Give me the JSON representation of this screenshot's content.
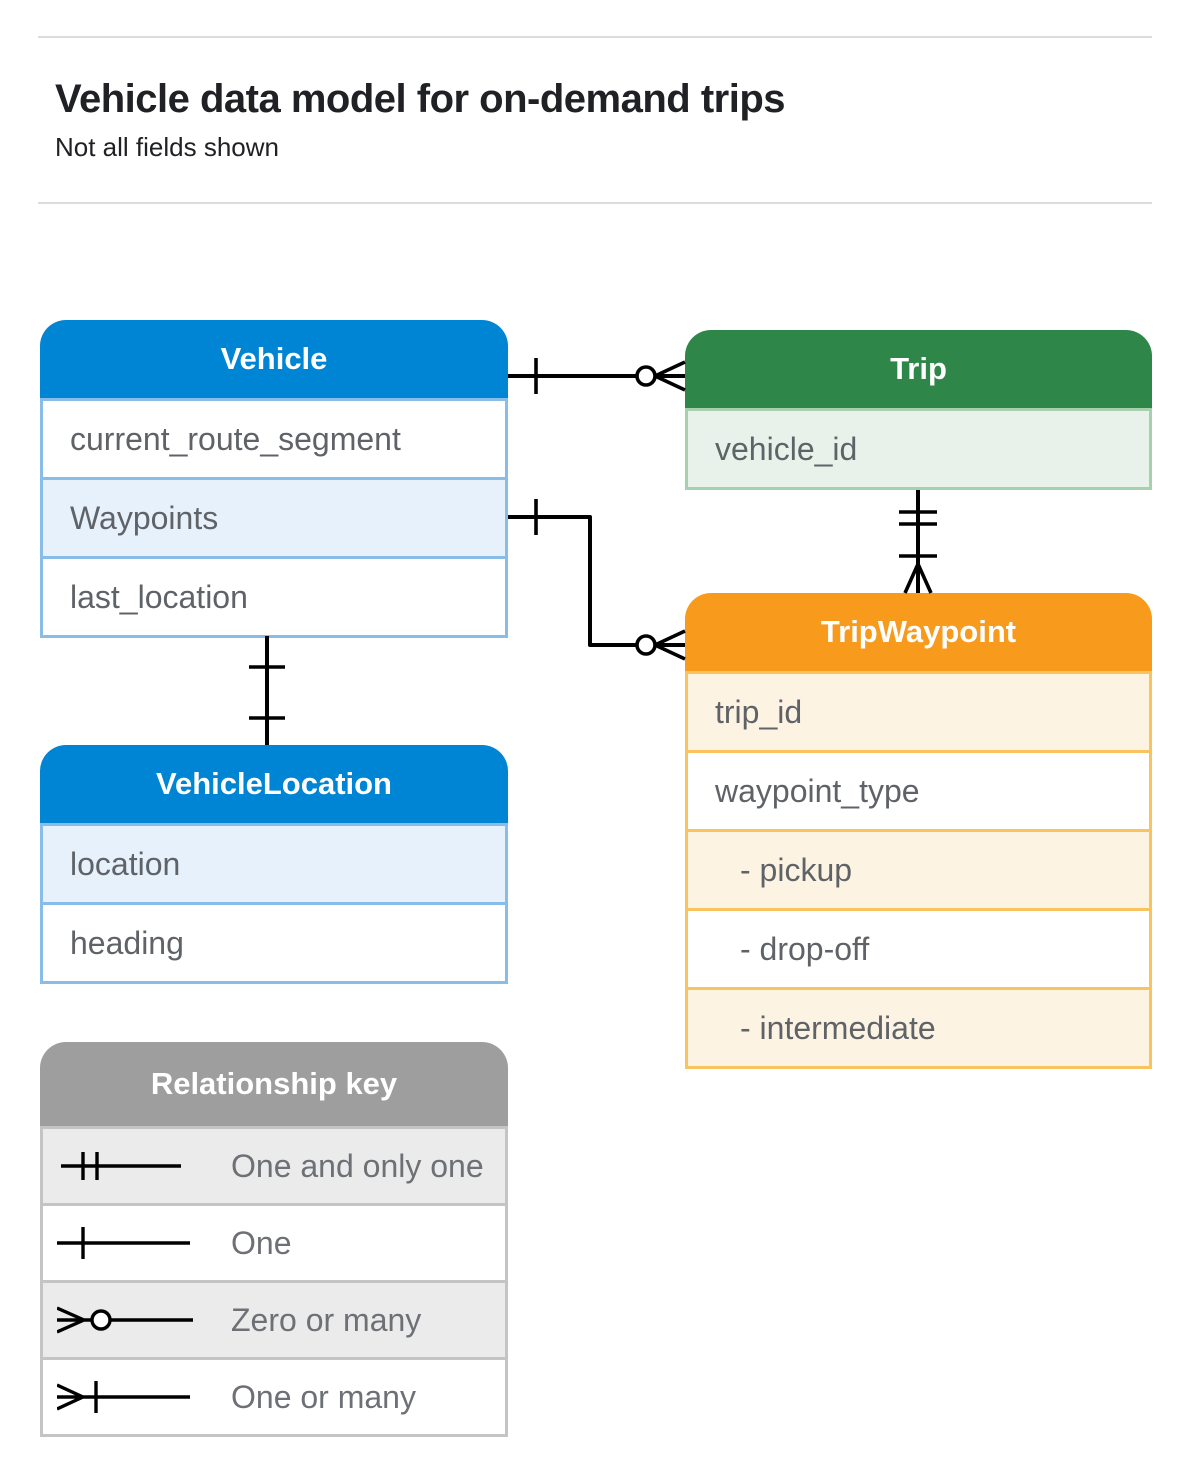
{
  "page": {
    "title": "Vehicle data model for on-demand trips",
    "subtitle": "Not all fields shown"
  },
  "colors": {
    "blue_header": "#0084d4",
    "blue_row": "#e7f1fc",
    "blue_border": "#88bdea",
    "green_header": "#2e8748",
    "green_row": "#e9f2ea",
    "green_border": "#a6d0ae",
    "orange_header": "#f89a1b",
    "orange_row": "#fdf3e3",
    "orange_border": "#f9c35f",
    "gray_header": "#9e9e9e",
    "gray_row": "#ebebeb",
    "field_text": "#5f6368",
    "connector_line": "#000000",
    "divider": "#dadce0"
  },
  "tables": {
    "vehicle": {
      "title": "Vehicle",
      "fields": [
        "current_route_segment",
        "Waypoints",
        "last_location"
      ]
    },
    "trip": {
      "title": "Trip",
      "fields": [
        "vehicle_id"
      ]
    },
    "trip_waypoint": {
      "title": "TripWaypoint",
      "fields": [
        "trip_id",
        "waypoint_type",
        "- pickup",
        "- drop-off",
        "- intermediate"
      ]
    },
    "vehicle_location": {
      "title": "VehicleLocation",
      "fields": [
        "location",
        "heading"
      ]
    }
  },
  "legend": {
    "title": "Relationship key",
    "items": [
      {
        "icon": "one-and-only-one-icon",
        "label": "One and only one"
      },
      {
        "icon": "one-icon",
        "label": "One"
      },
      {
        "icon": "zero-or-many-icon",
        "label": "Zero or many"
      },
      {
        "icon": "one-or-many-icon",
        "label": "One or many"
      }
    ]
  },
  "relationships": [
    {
      "from": "Vehicle",
      "to": "Trip",
      "from_cardinality": "one",
      "to_cardinality": "zero-or-many"
    },
    {
      "from": "Vehicle.Waypoints",
      "to": "TripWaypoint",
      "from_cardinality": "one",
      "to_cardinality": "zero-or-many"
    },
    {
      "from": "Trip",
      "to": "TripWaypoint",
      "from_cardinality": "one-and-only-one",
      "to_cardinality": "one-or-many"
    },
    {
      "from": "Vehicle",
      "to": "VehicleLocation",
      "from_cardinality": "one",
      "to_cardinality": "one"
    }
  ]
}
